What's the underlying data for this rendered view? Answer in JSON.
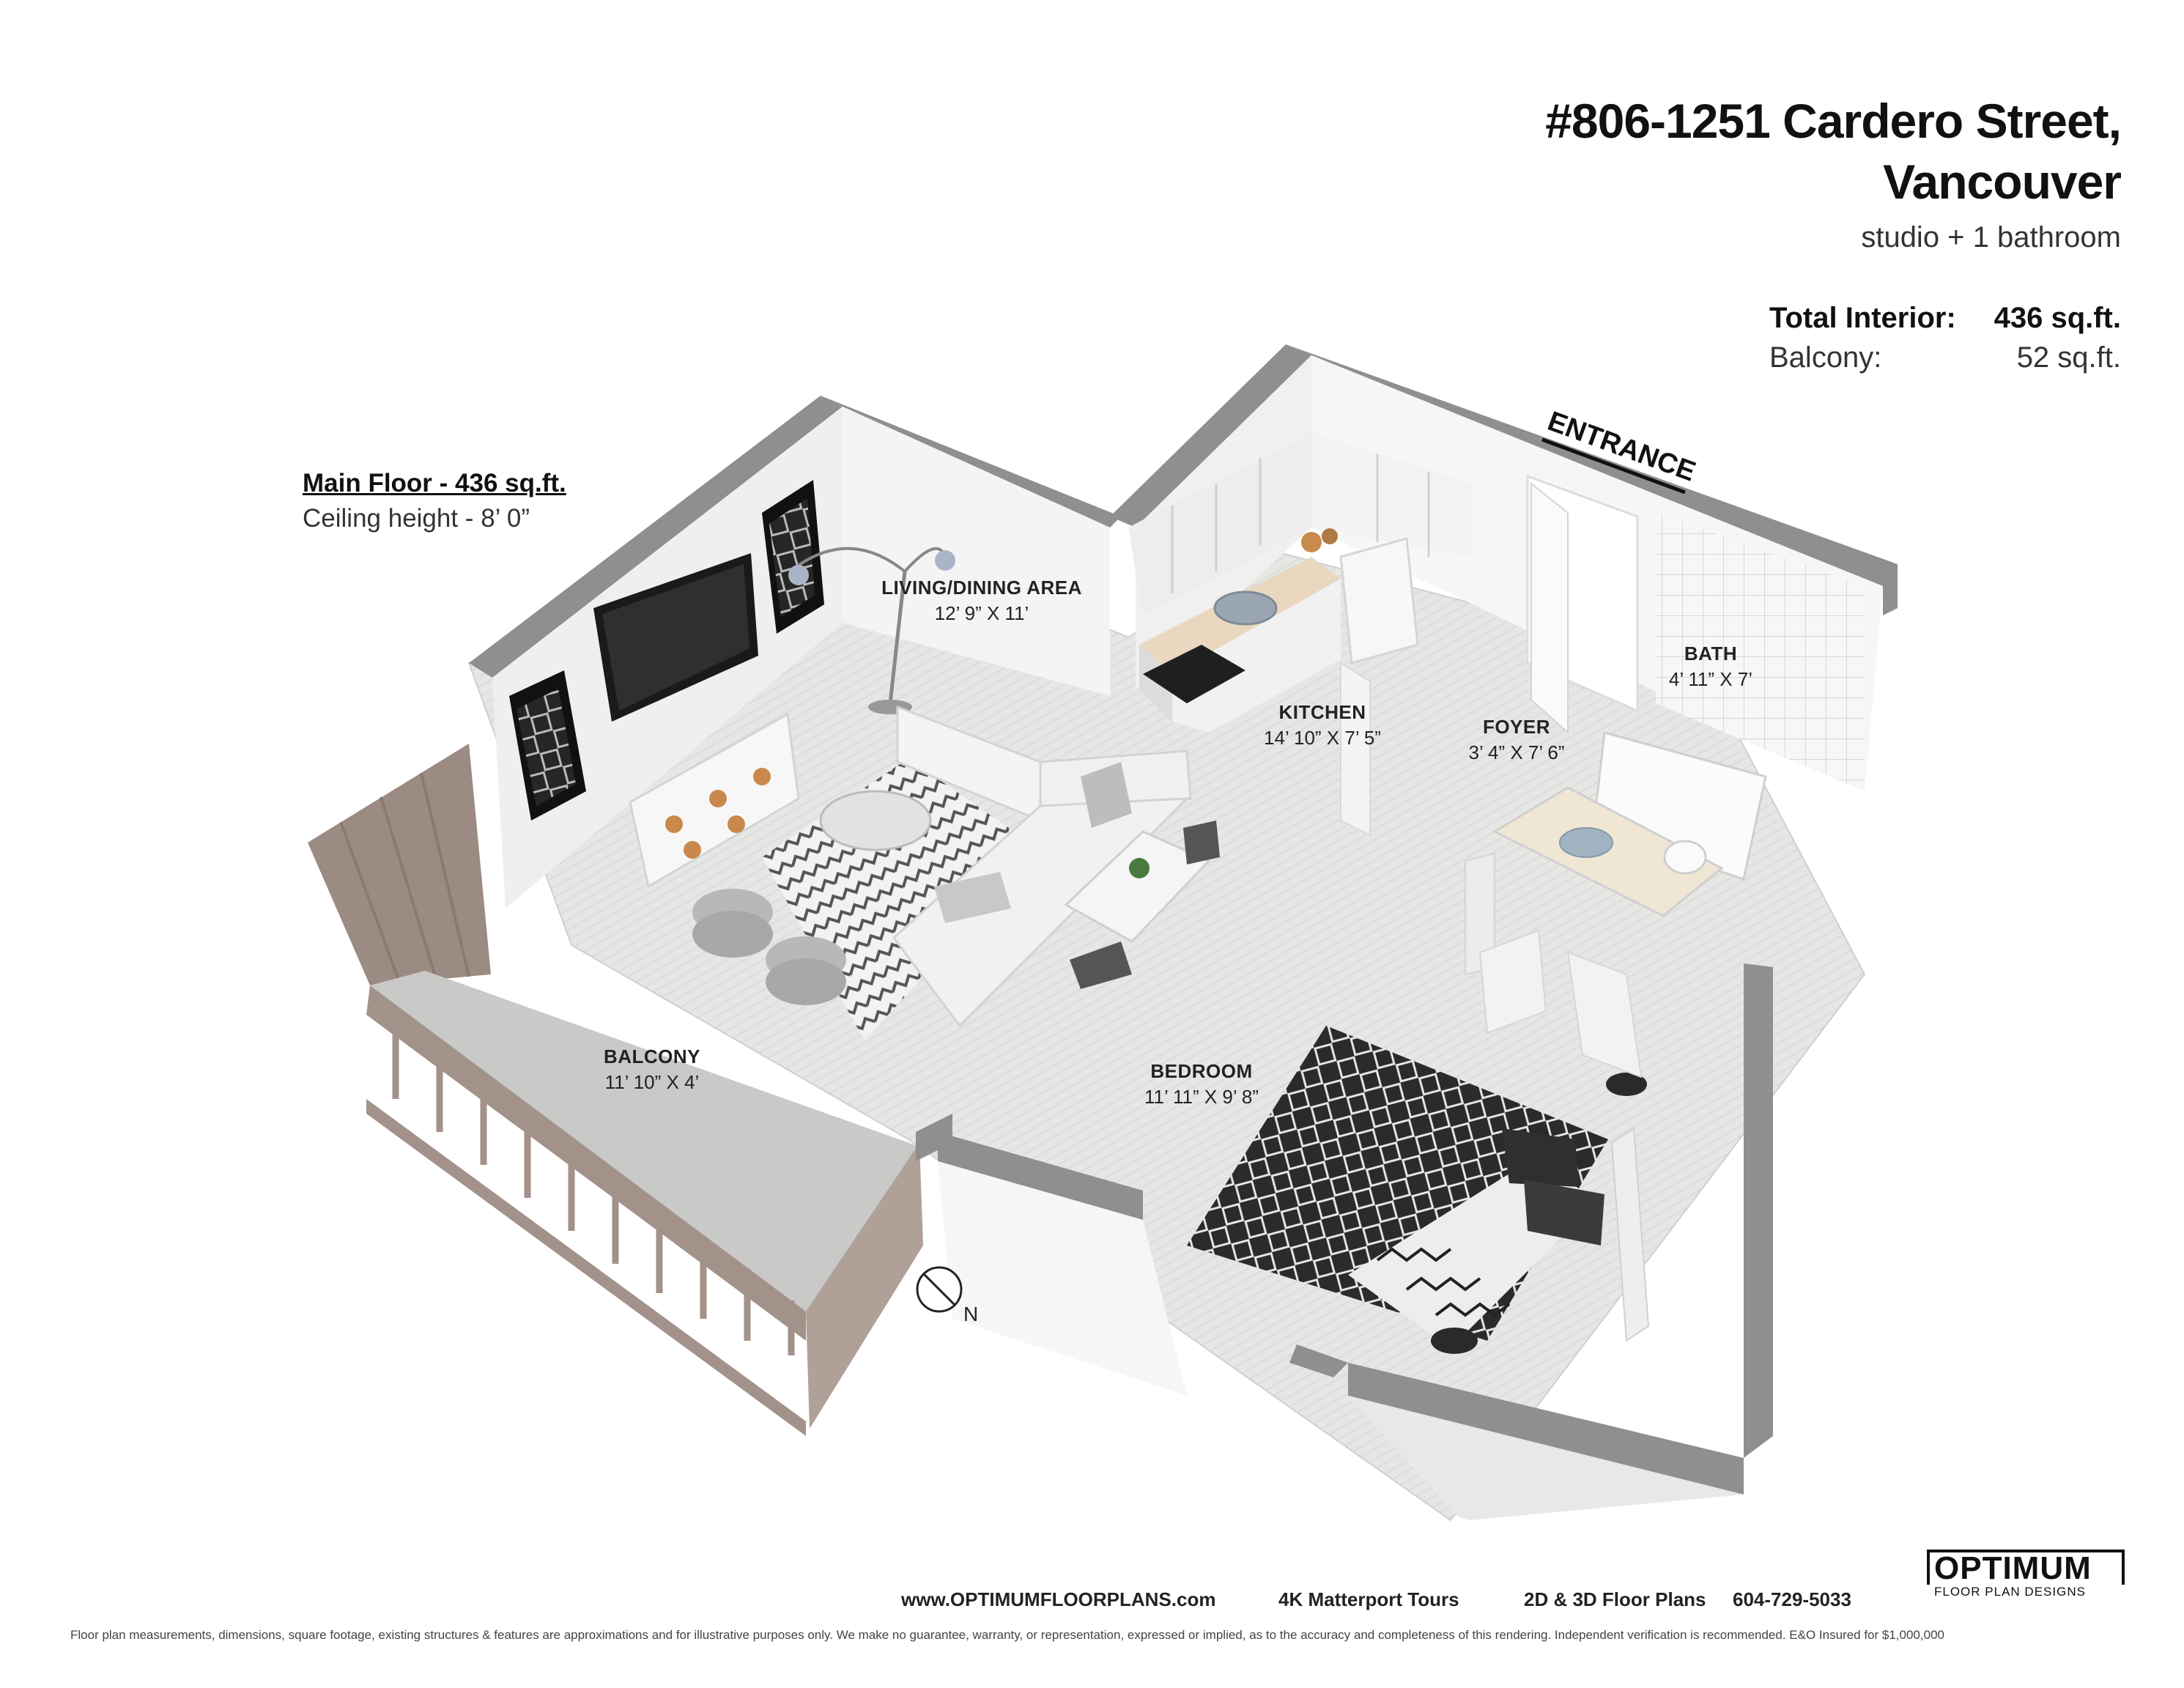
{
  "header": {
    "address_line1": "#806-1251 Cardero Street,",
    "address_line2": "Vancouver",
    "unit_type": "studio + 1 bathroom",
    "total_interior_label": "Total Interior:",
    "total_interior_value": "436 sq.ft.",
    "balcony_label": "Balcony:",
    "balcony_value": "52 sq.ft."
  },
  "floor_info": {
    "title": "Main Floor - 436 sq.ft.",
    "ceiling": "Ceiling height - 8’ 0”"
  },
  "plan": {
    "entrance_label": "ENTRANCE",
    "compass_label": "N",
    "rooms": [
      {
        "name": "LIVING/DINING AREA",
        "size": "12’ 9” X 11’"
      },
      {
        "name": "KITCHEN",
        "size": "14’ 10” X 7’ 5”"
      },
      {
        "name": "FOYER",
        "size": "3’ 4” X 7’ 6”"
      },
      {
        "name": "BATH",
        "size": "4’ 11” X 7’"
      },
      {
        "name": "BALCONY",
        "size": "11’ 10” X 4’"
      },
      {
        "name": "BEDROOM",
        "size": "11’ 11” X 9’ 8”"
      }
    ]
  },
  "footer": {
    "website": "www.OPTIMUMFLOORPLANS.com",
    "service1": "4K Matterport Tours",
    "service2": "2D & 3D Floor Plans",
    "phone": "604-729-5033",
    "logo_top": "OPTIMUM",
    "logo_bottom": "FLOOR PLAN DESIGNS",
    "disclaimer": "Floor plan measurements, dimensions, square footage, existing structures & features are approximations and for illustrative purposes only. We make no guarantee, warranty, or representation, expressed or implied, as to the accuracy and completeness of this rendering. Independent verification is recommended. E&O Insured for $1,000,000"
  },
  "colors": {
    "wall_top": "#8c8c8c",
    "wall_face": "#e9e9e9",
    "floor": "#e4e4e2",
    "balcony_wood": "#a3928a",
    "balcony_floor": "#c8c8c6",
    "accent_dark": "#2a2a2a"
  }
}
